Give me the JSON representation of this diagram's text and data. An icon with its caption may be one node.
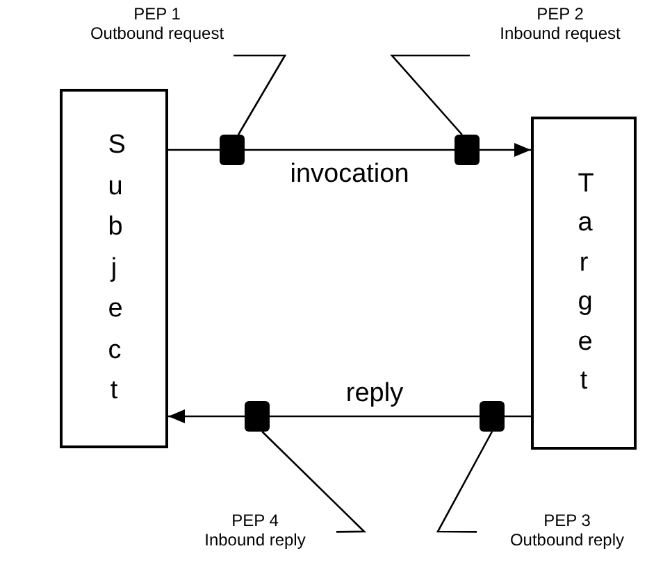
{
  "diagram": {
    "nodes": [
      {
        "text": [
          "Subject"
        ]
      },
      {
        "text": [
          "Target"
        ]
      },
      {
        "text": [
          "PEP 1",
          "Outbound request"
        ]
      },
      {
        "text": [],
        "shape": "bar"
      },
      {
        "text": [
          "PEP 2",
          "Inbound request"
        ]
      },
      {
        "text": [],
        "shape": "bar"
      },
      {
        "text": [],
        "shape": "bar"
      },
      {
        "text": [],
        "shape": "bar"
      },
      {
        "text": [
          "PEP 4",
          "Inbound reply"
        ]
      },
      {
        "text": [
          "PEP 3",
          "Outbound reply"
        ]
      }
    ],
    "edges": [
      {
        "from": 0,
        "to": 3,
        "arrow": "none"
      },
      {
        "from": 3,
        "to": 5,
        "arrow": "none",
        "label": "invocation"
      },
      {
        "from": 5,
        "to": 1,
        "arrow": "to"
      },
      {
        "from": 1,
        "to": 6,
        "arrow": "none"
      },
      {
        "from": 6,
        "to": 7,
        "arrow": "none",
        "label": "reply"
      },
      {
        "from": 7,
        "to": 0,
        "arrow": "to"
      },
      {
        "from": 2,
        "to": 3,
        "arrow": "none"
      },
      {
        "from": 4,
        "to": 5,
        "arrow": "none"
      },
      {
        "from": 8,
        "to": 7,
        "arrow": "none"
      },
      {
        "from": 9,
        "to": 6,
        "arrow": "none"
      }
    ]
  }
}
